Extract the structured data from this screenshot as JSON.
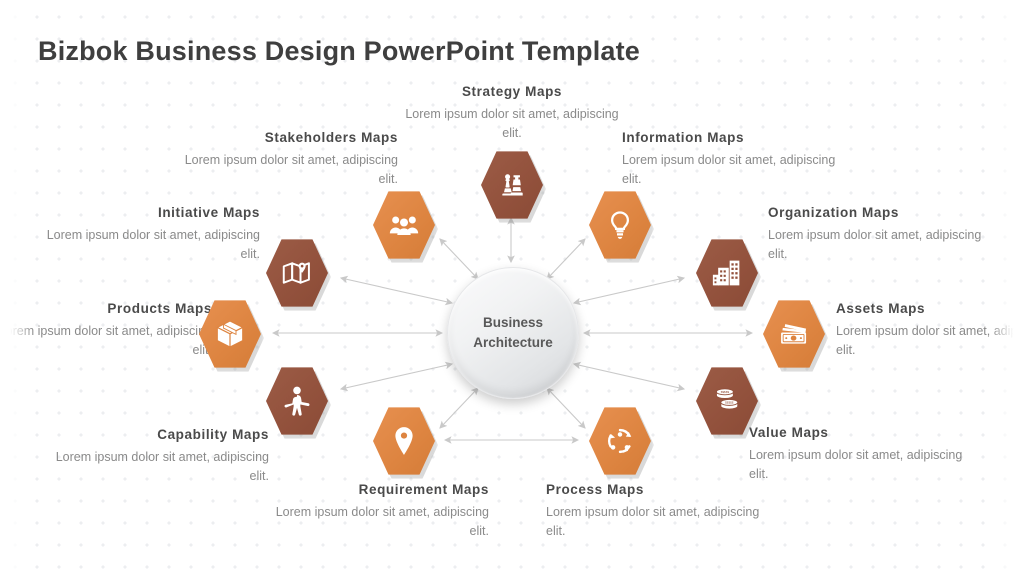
{
  "slide": {
    "title": "Bizbok Business Design PowerPoint Template",
    "center": {
      "line1": "Business",
      "line2": "Architecture"
    }
  },
  "colors": {
    "orange": "#dd8440",
    "brown": "#92513c",
    "title_text": "#3f3f3f",
    "heading_text": "#4a4a4a",
    "body_text": "#8a8a8a",
    "arrow": "#c9c9c9",
    "background": "#ffffff",
    "dot": "#eceef0"
  },
  "body_text_default": "Lorem ipsum dolor sit amet, adipiscing elit.",
  "nodes": [
    {
      "id": "strategy",
      "label": "Strategy Maps",
      "body": "Lorem ipsum dolor sit amet, adipiscing elit.",
      "icon": "chess-pieces-icon",
      "color": "brown",
      "align": "center"
    },
    {
      "id": "stakeholders",
      "label": "Stakeholders Maps",
      "body": "Lorem ipsum dolor sit amet, adipiscing elit.",
      "icon": "people-group-icon",
      "color": "orange",
      "align": "right"
    },
    {
      "id": "information",
      "label": "Information Maps",
      "body": "Lorem ipsum dolor sit amet, adipiscing elit.",
      "icon": "lightbulb-icon",
      "color": "orange",
      "align": "left"
    },
    {
      "id": "initiative",
      "label": "Initiative Maps",
      "body": "Lorem ipsum dolor sit amet, adipiscing elit.",
      "icon": "folded-map-icon",
      "color": "brown",
      "align": "right"
    },
    {
      "id": "organization",
      "label": "Organization Maps",
      "body": "Lorem ipsum dolor sit amet, adipiscing elit.",
      "icon": "buildings-icon",
      "color": "brown",
      "align": "left"
    },
    {
      "id": "products",
      "label": "Products Maps",
      "body": "Lorem ipsum dolor sit amet, adipiscing elit.",
      "icon": "package-box-icon",
      "color": "orange",
      "align": "right"
    },
    {
      "id": "assets",
      "label": "Assets Maps",
      "body": "Lorem ipsum dolor sit amet, adipiscing elit.",
      "icon": "banknotes-icon",
      "color": "orange",
      "align": "left"
    },
    {
      "id": "capability",
      "label": "Capability Maps",
      "body": "Lorem ipsum dolor sit amet, adipiscing elit.",
      "icon": "person-arms-icon",
      "color": "brown",
      "align": "right"
    },
    {
      "id": "value",
      "label": "Value Maps",
      "body": "Lorem ipsum dolor sit amet, adipiscing elit.",
      "icon": "coin-stack-icon",
      "color": "brown",
      "align": "left"
    },
    {
      "id": "requirement",
      "label": "Requirement Maps",
      "body": "Lorem ipsum dolor sit amet, adipiscing elit.",
      "icon": "map-pin-icon",
      "color": "orange",
      "align": "right"
    },
    {
      "id": "process",
      "label": "Process Maps",
      "body": "Lorem ipsum dolor sit amet, adipiscing elit.",
      "icon": "cycle-arrows-icon",
      "color": "orange",
      "align": "left"
    }
  ]
}
